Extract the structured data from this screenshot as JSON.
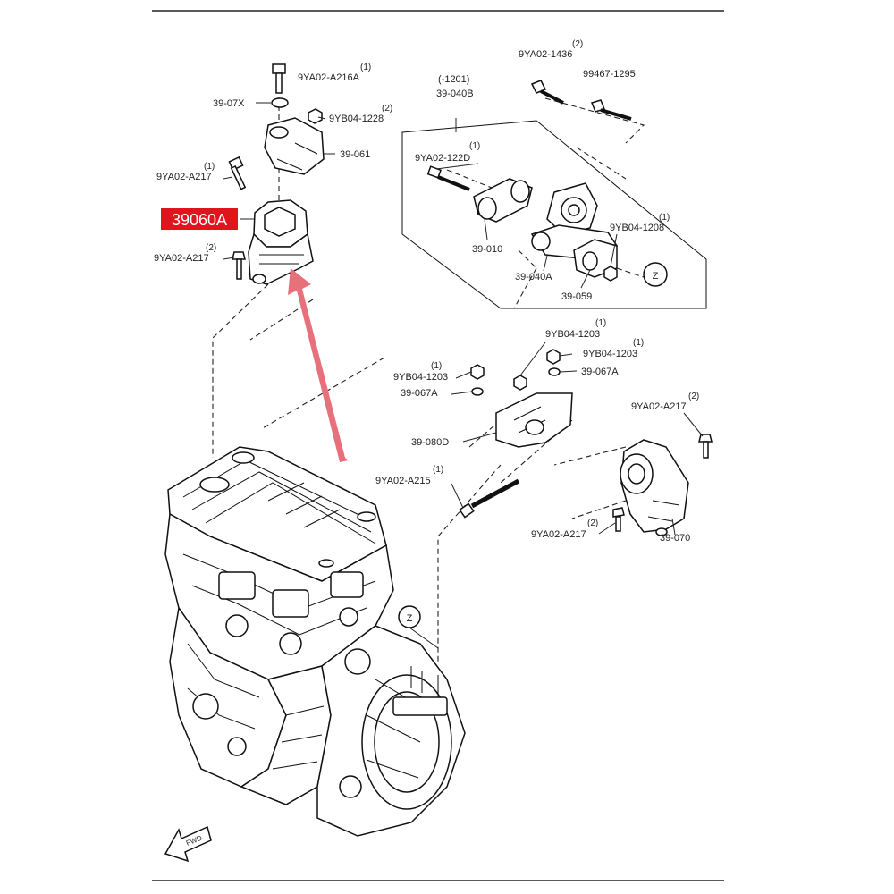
{
  "diagram": {
    "highlight_part": {
      "label": "39060A",
      "color": "#e0141c"
    },
    "arrow_color": "#e8707a",
    "labels": {
      "bolt_top": "9YA02-A216A",
      "bolt_top_qty": "(1)",
      "washer": "39-07X",
      "nut_1228": "9YB04-1228",
      "nut_1228_qty": "(2)",
      "bracket_061": "39-061",
      "bolt_a217_top": "9YA02-A217",
      "bolt_a217_top_qty": "(1)",
      "bolt_a217_left": "9YA02-A217",
      "bolt_a217_left_qty": "(2)",
      "group_code": "(-1201)",
      "rod_040b": "39-040B",
      "bolt_1436": "9YA02-1436",
      "bolt_1436_qty": "(2)",
      "bolt_1295": "99467-1295",
      "bolt_122d": "9YA02-122D",
      "bolt_122d_qty": "(1)",
      "bracket_010": "39-010",
      "nut_1208": "9YB04-1208",
      "nut_1208_qty": "(1)",
      "rod_040a": "39-040A",
      "bracket_059": "39-059",
      "ref_z": "Z",
      "nut_1203_top": "9YB04-1203",
      "nut_1203_top_qty": "(1)",
      "nut_1203_right": "9YB04-1203",
      "nut_1203_right_qty": "(1)",
      "washer_067a_right": "39-067A",
      "nut_1203_left": "9YB04-1203",
      "nut_1203_left_qty": "(1)",
      "washer_067a_left": "39-067A",
      "bracket_080d": "39-080D",
      "bolt_a217_right": "9YA02-A217",
      "bolt_a217_right_qty": "(2)",
      "bolt_a215": "9YA02-A215",
      "bolt_a215_qty": "(1)",
      "bolt_a217_bottom": "9YA02-A217",
      "bolt_a217_bottom_qty": "(2)",
      "mount_070": "39-070",
      "fwd": "FWD"
    }
  }
}
